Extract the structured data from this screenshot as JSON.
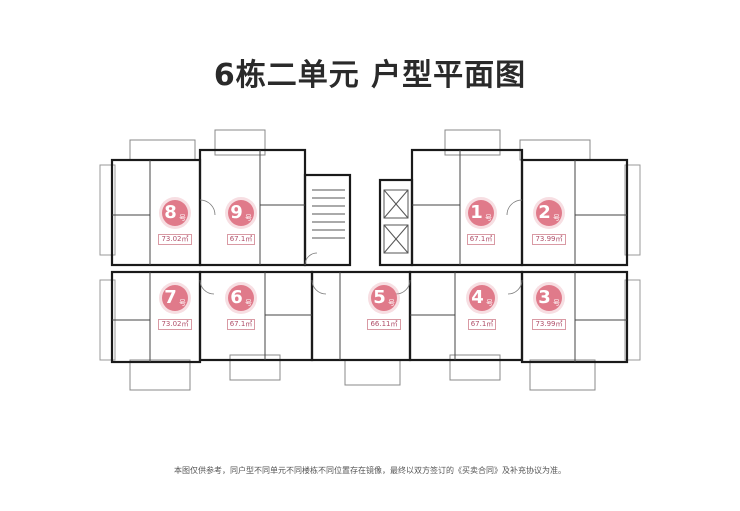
{
  "title": "6栋二单元  户型平面图",
  "unit_suffix": "号",
  "units": [
    {
      "number": "8",
      "area": "73.02㎡"
    },
    {
      "number": "9",
      "area": "67.1㎡"
    },
    {
      "number": "1",
      "area": "67.1㎡"
    },
    {
      "number": "2",
      "area": "73.99㎡"
    },
    {
      "number": "7",
      "area": "73.02㎡"
    },
    {
      "number": "6",
      "area": "67.1㎡"
    },
    {
      "number": "5",
      "area": "66.11㎡"
    },
    {
      "number": "4",
      "area": "67.1㎡"
    },
    {
      "number": "3",
      "area": "73.99㎡"
    }
  ],
  "footnote": "本图仅供参考，同户型不同单元不同楼栋不同位置存在镜像，最终以双方签订的《买卖合同》及补充协议为准。"
}
